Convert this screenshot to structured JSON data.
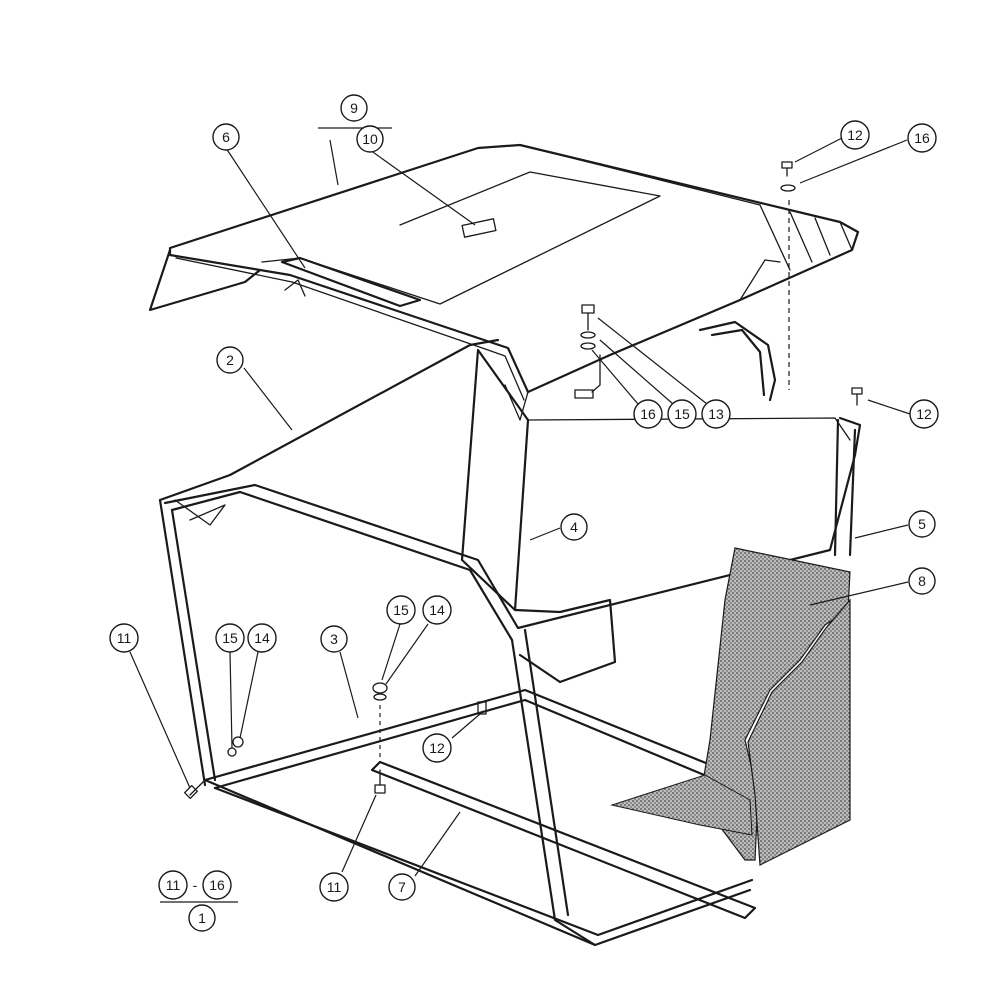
{
  "callouts": [
    {
      "id": "c9",
      "text": "9"
    },
    {
      "id": "c10",
      "text": "10"
    },
    {
      "id": "c6",
      "text": "6"
    },
    {
      "id": "c12a",
      "text": "12"
    },
    {
      "id": "c16a",
      "text": "16"
    },
    {
      "id": "c2",
      "text": "2"
    },
    {
      "id": "c16b",
      "text": "16"
    },
    {
      "id": "c15a",
      "text": "15"
    },
    {
      "id": "c13",
      "text": "13"
    },
    {
      "id": "c12b",
      "text": "12"
    },
    {
      "id": "c4",
      "text": "4"
    },
    {
      "id": "c5",
      "text": "5"
    },
    {
      "id": "c8",
      "text": "8"
    },
    {
      "id": "c11a",
      "text": "11"
    },
    {
      "id": "c15b",
      "text": "15"
    },
    {
      "id": "c14a",
      "text": "14"
    },
    {
      "id": "c3",
      "text": "3"
    },
    {
      "id": "c15c",
      "text": "15"
    },
    {
      "id": "c14b",
      "text": "14"
    },
    {
      "id": "c12c",
      "text": "12"
    },
    {
      "id": "c11b",
      "text": "11"
    },
    {
      "id": "c7",
      "text": "7"
    },
    {
      "id": "c11c",
      "text": "11"
    },
    {
      "id": "c16c",
      "text": "16"
    },
    {
      "id": "c1",
      "text": "1"
    }
  ],
  "kit_label": {
    "range_separator": "-"
  }
}
